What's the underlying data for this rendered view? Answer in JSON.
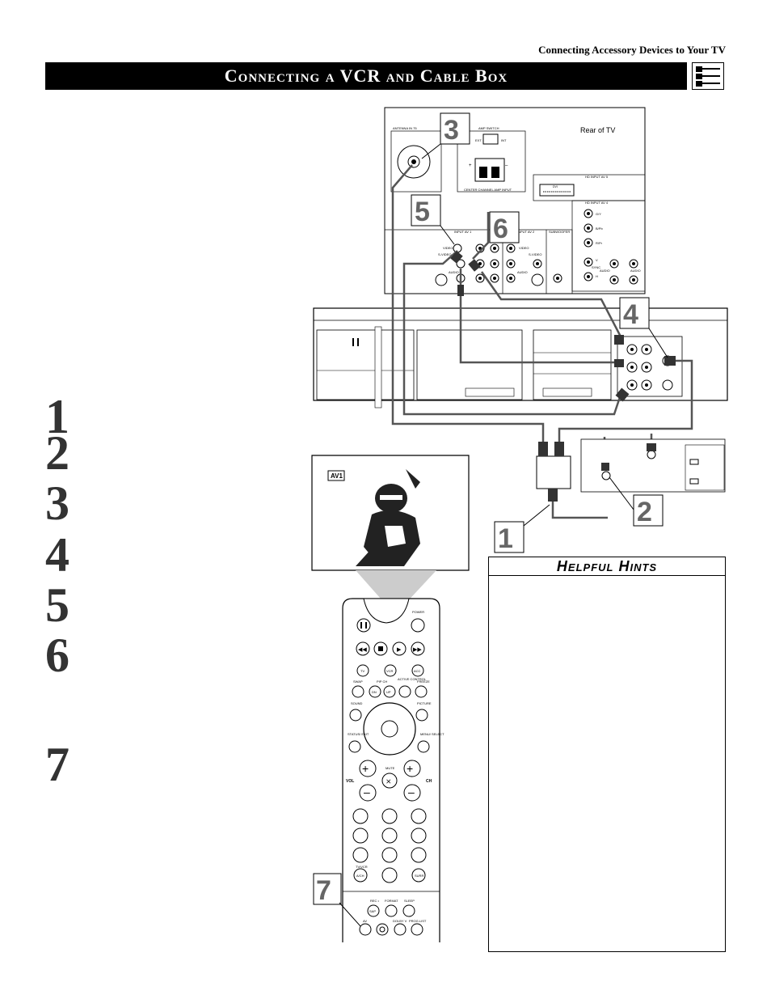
{
  "header": {
    "section": "Connecting Accessory Devices to Your TV",
    "title": "Connecting a VCR and Cable Box"
  },
  "steps": [
    "1",
    "2",
    "3",
    "4",
    "5",
    "6",
    "7"
  ],
  "hints": {
    "title": "Helpful Hints"
  },
  "diagram": {
    "rear_label": "Rear of TV",
    "antenna_label": "ANTENNA IN 75",
    "amp_switch_label": "AMP SWITCH",
    "amp_ext": "EXT",
    "amp_int": "INT",
    "center_amp_label": "CENTER CHANNEL AMP INPUT",
    "hd_input_5": "HD INPUT AV 5",
    "dvi_label": "DVI",
    "hd_input_4": "HD INPUT AV 4",
    "input_av1": "INPUT AV 1",
    "input_av2": "INPUT AV 2",
    "subwoofer": "SUBWOOFER",
    "video": "VIDEO",
    "svideo": "S-VIDEO",
    "audio": "AUDIO",
    "gy": "G/Y",
    "bpb": "B/Pb",
    "rpr": "R/Pr",
    "h": "H",
    "v": "V",
    "sync": "SYNC",
    "callouts": [
      "1",
      "2",
      "3",
      "4",
      "5",
      "6",
      "7"
    ]
  },
  "screen": {
    "badge": "AV1"
  },
  "remote": {
    "power": "POWER",
    "tv": "TV",
    "vcr": "VCR",
    "acc": "ACC",
    "swap": "SWAP",
    "pip_ch": "PIP CH",
    "dn": "DN",
    "up": "UP",
    "active_control": "ACTIVE CONTROL",
    "freeze": "FREEZE",
    "sound": "SOUND",
    "picture": "PICTURE",
    "status_exit": "STATUS/ EXIT",
    "menu_select": "MENU/ SELECT",
    "mute": "MUTE",
    "vol": "VOL",
    "ch": "CH",
    "tv_vcr": "TV/VCR",
    "a_ch": "A/CH",
    "surr": "SURR",
    "rec": "REC •",
    "format": "FORMAT",
    "sleep": "SLEEP",
    "sap": "SAP",
    "av": "AV",
    "dolby_v": "DOLBY V",
    "prog_list": "PROG.LIST"
  }
}
